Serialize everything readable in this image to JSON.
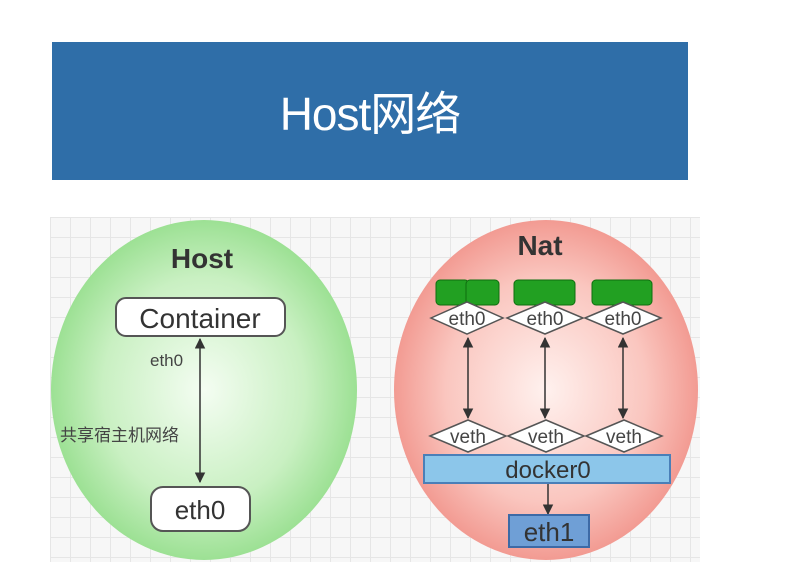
{
  "banner": {
    "title": "Host网络"
  },
  "host": {
    "title": "Host",
    "container_label": "Container",
    "eth0_top": "eth0",
    "share_label": "共享宿主机网络",
    "eth0_bottom": "eth0"
  },
  "nat": {
    "title": "Nat",
    "eth0_labels": [
      "eth0",
      "eth0",
      "eth0"
    ],
    "veth_labels": [
      "veth",
      "veth",
      "veth"
    ],
    "bridge_label": "docker0",
    "uplink_label": "eth1"
  },
  "colors": {
    "banner": "#2f6ea8",
    "host_circle": "#a8e6a0",
    "nat_circle": "#f5a8a0",
    "container_green": "#22a022",
    "bridge_blue": "#8cc6ea",
    "uplink_blue": "#6f9fd6"
  }
}
